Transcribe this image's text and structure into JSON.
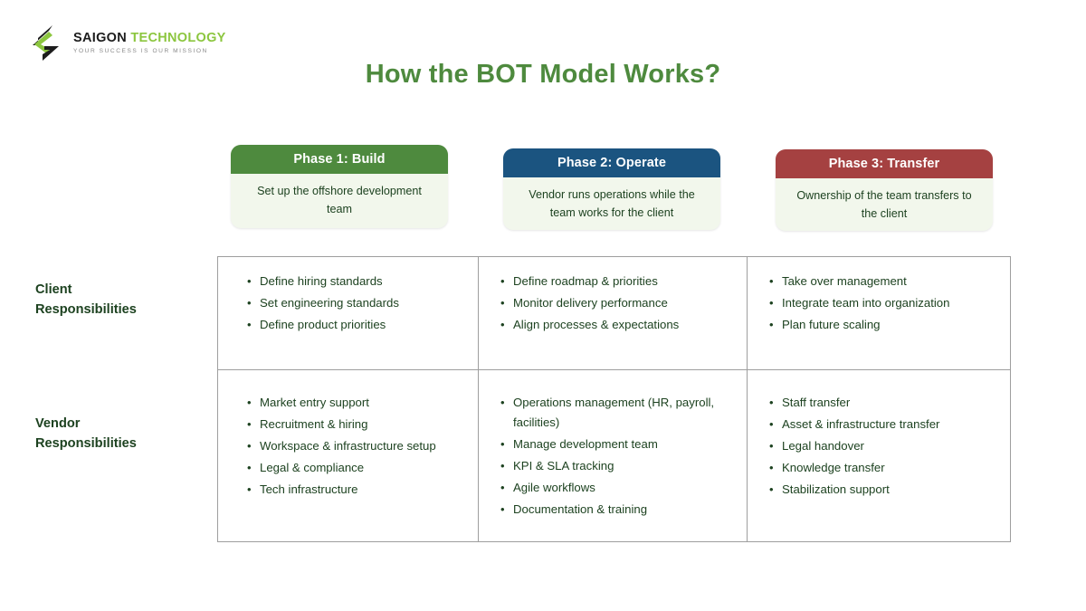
{
  "brand": {
    "logo_icon": "saigon-technology-logo-icon",
    "name_part1": "SAIGON",
    "name_part2": "TECHNOLOGY",
    "tagline": "YOUR SUCCESS IS OUR MISSION",
    "colors": {
      "dark": "#1c1c1c",
      "green": "#8CC63F",
      "gray": "#8a8a8a"
    }
  },
  "title": "How the BOT Model Works?",
  "title_color": "#4E8A3E",
  "phases": [
    {
      "heading": "Phase 1: Build",
      "description": "Set up the offshore development team",
      "header_color": "#4E8A3E",
      "body_color": "#F2F7EC"
    },
    {
      "heading": "Phase 2: Operate",
      "description": "Vendor runs operations while the team works for the client",
      "header_color": "#1B5480",
      "body_color": "#F2F7EC"
    },
    {
      "heading": "Phase 3: Transfer",
      "description": "Ownership of the team transfers to the client",
      "header_color": "#A54141",
      "body_color": "#F2F7EC"
    }
  ],
  "rows": [
    {
      "label_line1": "Client",
      "label_line2": "Responsibilities",
      "cells": [
        {
          "items": [
            "Define hiring standards",
            "Set engineering standards",
            "Define product priorities"
          ]
        },
        {
          "items": [
            "Define roadmap & priorities",
            "Monitor delivery performance",
            "Align processes & expectations"
          ]
        },
        {
          "items": [
            "Take over management",
            "Integrate team into organization",
            "Plan future scaling"
          ]
        }
      ]
    },
    {
      "label_line1": "Vendor",
      "label_line2": "Responsibilities",
      "cells": [
        {
          "items": [
            "Market entry support",
            "Recruitment & hiring",
            "Workspace & infrastructure setup",
            "Legal & compliance",
            "Tech infrastructure"
          ]
        },
        {
          "items": [
            "Operations management (HR, payroll, facilities)",
            "Manage development team",
            "KPI & SLA tracking",
            "Agile workflows",
            "Documentation & training"
          ]
        },
        {
          "items": [
            "Staff transfer",
            "Asset & infrastructure transfer",
            "Legal handover",
            "Knowledge transfer",
            "Stabilization support"
          ]
        }
      ]
    }
  ]
}
